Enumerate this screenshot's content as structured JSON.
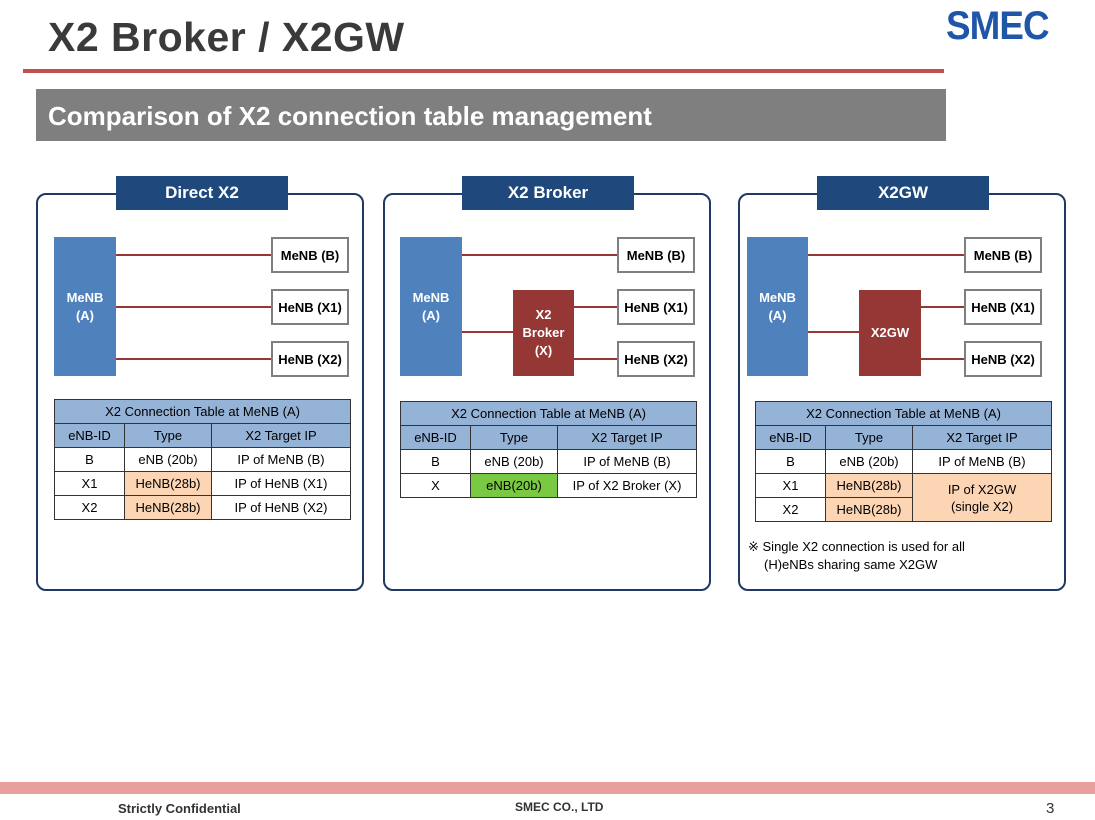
{
  "header": {
    "title": "X2 Broker / X2GW",
    "logo": "SMEC",
    "subtitle": "Comparison of X2 connection table management"
  },
  "panels": [
    {
      "heading": "Direct X2",
      "menb": "MeNB\n(A)",
      "targets": [
        "MeNB (B)",
        "HeNB (X1)",
        "HeNB (X2)"
      ],
      "table": {
        "caption": "X2 Connection Table at MeNB (A)",
        "columns": [
          "eNB-ID",
          "Type",
          "X2 Target IP"
        ],
        "rows": [
          [
            "B",
            "eNB (20b)",
            "IP of MeNB (B)"
          ],
          [
            "X1",
            "HeNB(28b)",
            "IP of HeNB (X1)"
          ],
          [
            "X2",
            "HeNB(28b)",
            "IP of HeNB (X2)"
          ]
        ]
      }
    },
    {
      "heading": "X2 Broker",
      "menb": "MeNB\n(A)",
      "middle": "X2\nBroker\n(X)",
      "targets": [
        "MeNB (B)",
        "HeNB (X1)",
        "HeNB (X2)"
      ],
      "table": {
        "caption": "X2 Connection Table at MeNB (A)",
        "columns": [
          "eNB-ID",
          "Type",
          "X2 Target IP"
        ],
        "rows": [
          [
            "B",
            "eNB (20b)",
            "IP of MeNB (B)"
          ],
          [
            "X",
            "eNB(20b)",
            "IP of X2 Broker (X)"
          ]
        ]
      }
    },
    {
      "heading": "X2GW",
      "menb": "MeNB\n(A)",
      "middle": "X2GW",
      "targets": [
        "MeNB (B)",
        "HeNB (X1)",
        "HeNB (X2)"
      ],
      "table": {
        "caption": "X2 Connection Table at MeNB (A)",
        "columns": [
          "eNB-ID",
          "Type",
          "X2 Target IP"
        ],
        "rows": [
          [
            "B",
            "eNB (20b)",
            "IP of MeNB (B)"
          ],
          [
            "X1",
            "HeNB(28b)",
            "IP of X2GW\n(single X2)"
          ],
          [
            "X2",
            "HeNB(28b)"
          ]
        ]
      },
      "note": [
        "※ Single X2 connection is used for all",
        "(H)eNBs sharing same X2GW"
      ]
    }
  ],
  "footer": {
    "left": "Strictly Confidential",
    "center": "SMEC CO., LTD",
    "page": "3"
  },
  "colors": {
    "title_rule": "#c0504d",
    "logo": "#1f56a8",
    "panel_header": "#1f497d",
    "menb_node": "#4f81bd",
    "broker_node": "#953735",
    "table_header": "#95b3d7",
    "highlight_orange": "#fcd5b4",
    "highlight_green": "#7ac943",
    "footer_bar": "#e6a09e"
  }
}
